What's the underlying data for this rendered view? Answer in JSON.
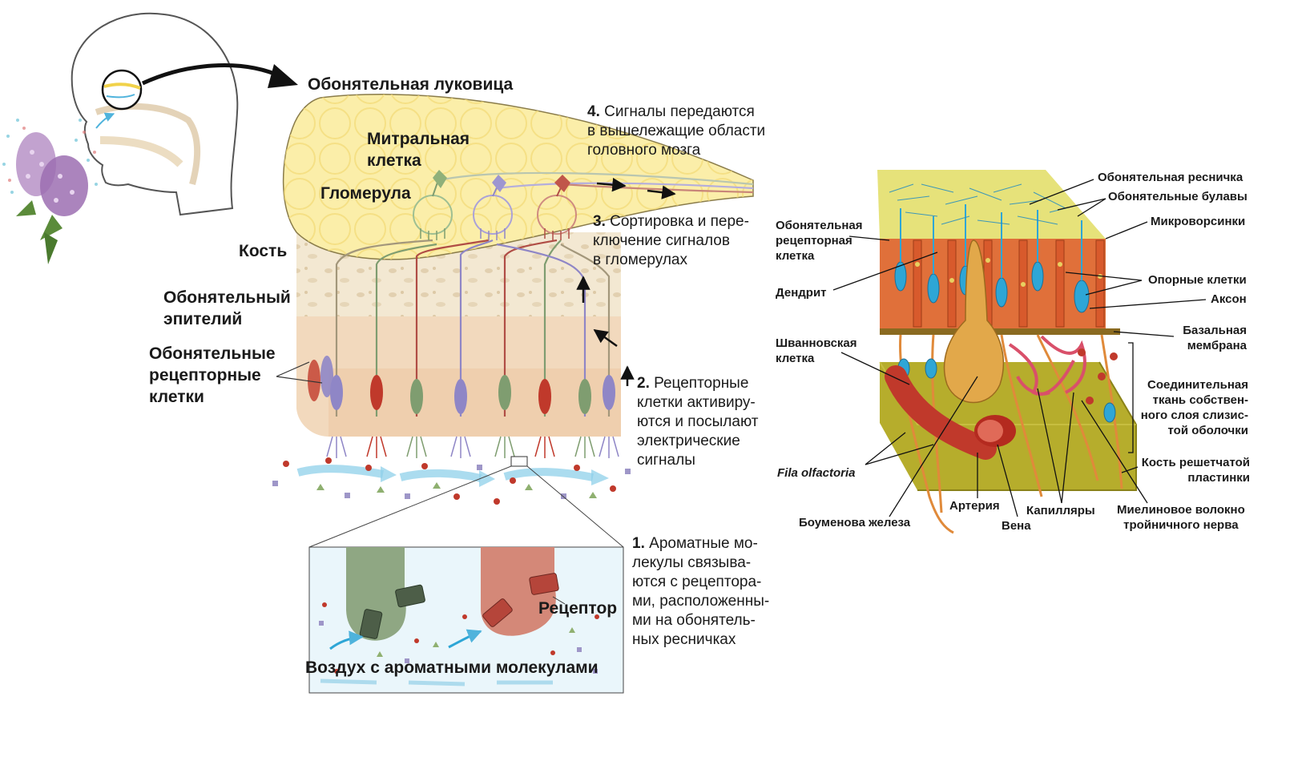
{
  "left_panel": {
    "bulb_title": "Обонятельная луковица",
    "mitral_cell": [
      "Митральная",
      "клетка"
    ],
    "glomerula": "Гломерула",
    "bone": "Кость",
    "epithelium": [
      "Обонятельный",
      "эпителий"
    ],
    "receptor_cells": [
      "Обонятельные",
      "рецепторные",
      "клетки"
    ],
    "step4": {
      "num": "4.",
      "lines": [
        "Сигналы передаются",
        "в вышележащие области",
        "головного мозга"
      ]
    },
    "step3": {
      "num": "3.",
      "lines": [
        "Сортировка и пере-",
        "ключение сигналов",
        "в гломерулах"
      ]
    },
    "step2": {
      "num": "2.",
      "lines": [
        "Рецепторные",
        "клетки активиру-",
        "ются и посылают",
        "электрические",
        "сигналы"
      ]
    },
    "step1": {
      "num": "1.",
      "lines": [
        "Ароматные мо-",
        "лекулы связыва-",
        "ются с рецептора-",
        "ми, расположенны-",
        "ми на обонятель-",
        "ных ресничках"
      ]
    },
    "receptor": "Рецептор",
    "air": "Воздух с ароматными молекулами"
  },
  "right_panel": {
    "labels_left": {
      "receptor_cell": [
        "Обонятельная",
        "рецепторная",
        "клетка"
      ],
      "dendrite": "Дендрит",
      "schwann": [
        "Шванновская",
        "клетка"
      ],
      "fila": "Fila olfactoria",
      "bowman": "Боуменова железа"
    },
    "labels_right": {
      "cilium": "Обонятельная ресничка",
      "clubs": "Обонятельные булавы",
      "microvilli": "Микроворсинки",
      "support": "Опорные клетки",
      "axon": "Аксон",
      "basal": [
        "Базальная",
        "мембрана"
      ],
      "connective": [
        "Соединительная",
        "ткань собствен-",
        "ного слоя слизис-",
        "той оболочки"
      ],
      "cribriform": [
        "Кость решетчатой",
        "пластинки"
      ],
      "myelin": [
        "Миелиновое волокно",
        "тройничного нерва"
      ]
    },
    "labels_bottom": {
      "artery": "Артерия",
      "vein": "Вена",
      "capillaries": "Капилляры"
    }
  },
  "colors": {
    "bulb_fill": "#fbeea9",
    "bone_fill": "#f3e7cf",
    "epithelium_fill": "#f2d9bd",
    "red_cell": "#c0392b",
    "green_cell": "#6f9a63",
    "purple_cell": "#8f86c6",
    "air_arrow": "#8fd0ea",
    "right_yellow": "#e6e27a",
    "right_orange": "#e0703a",
    "right_blue": "#2ea6d6",
    "right_base": "#b6ad2c"
  }
}
